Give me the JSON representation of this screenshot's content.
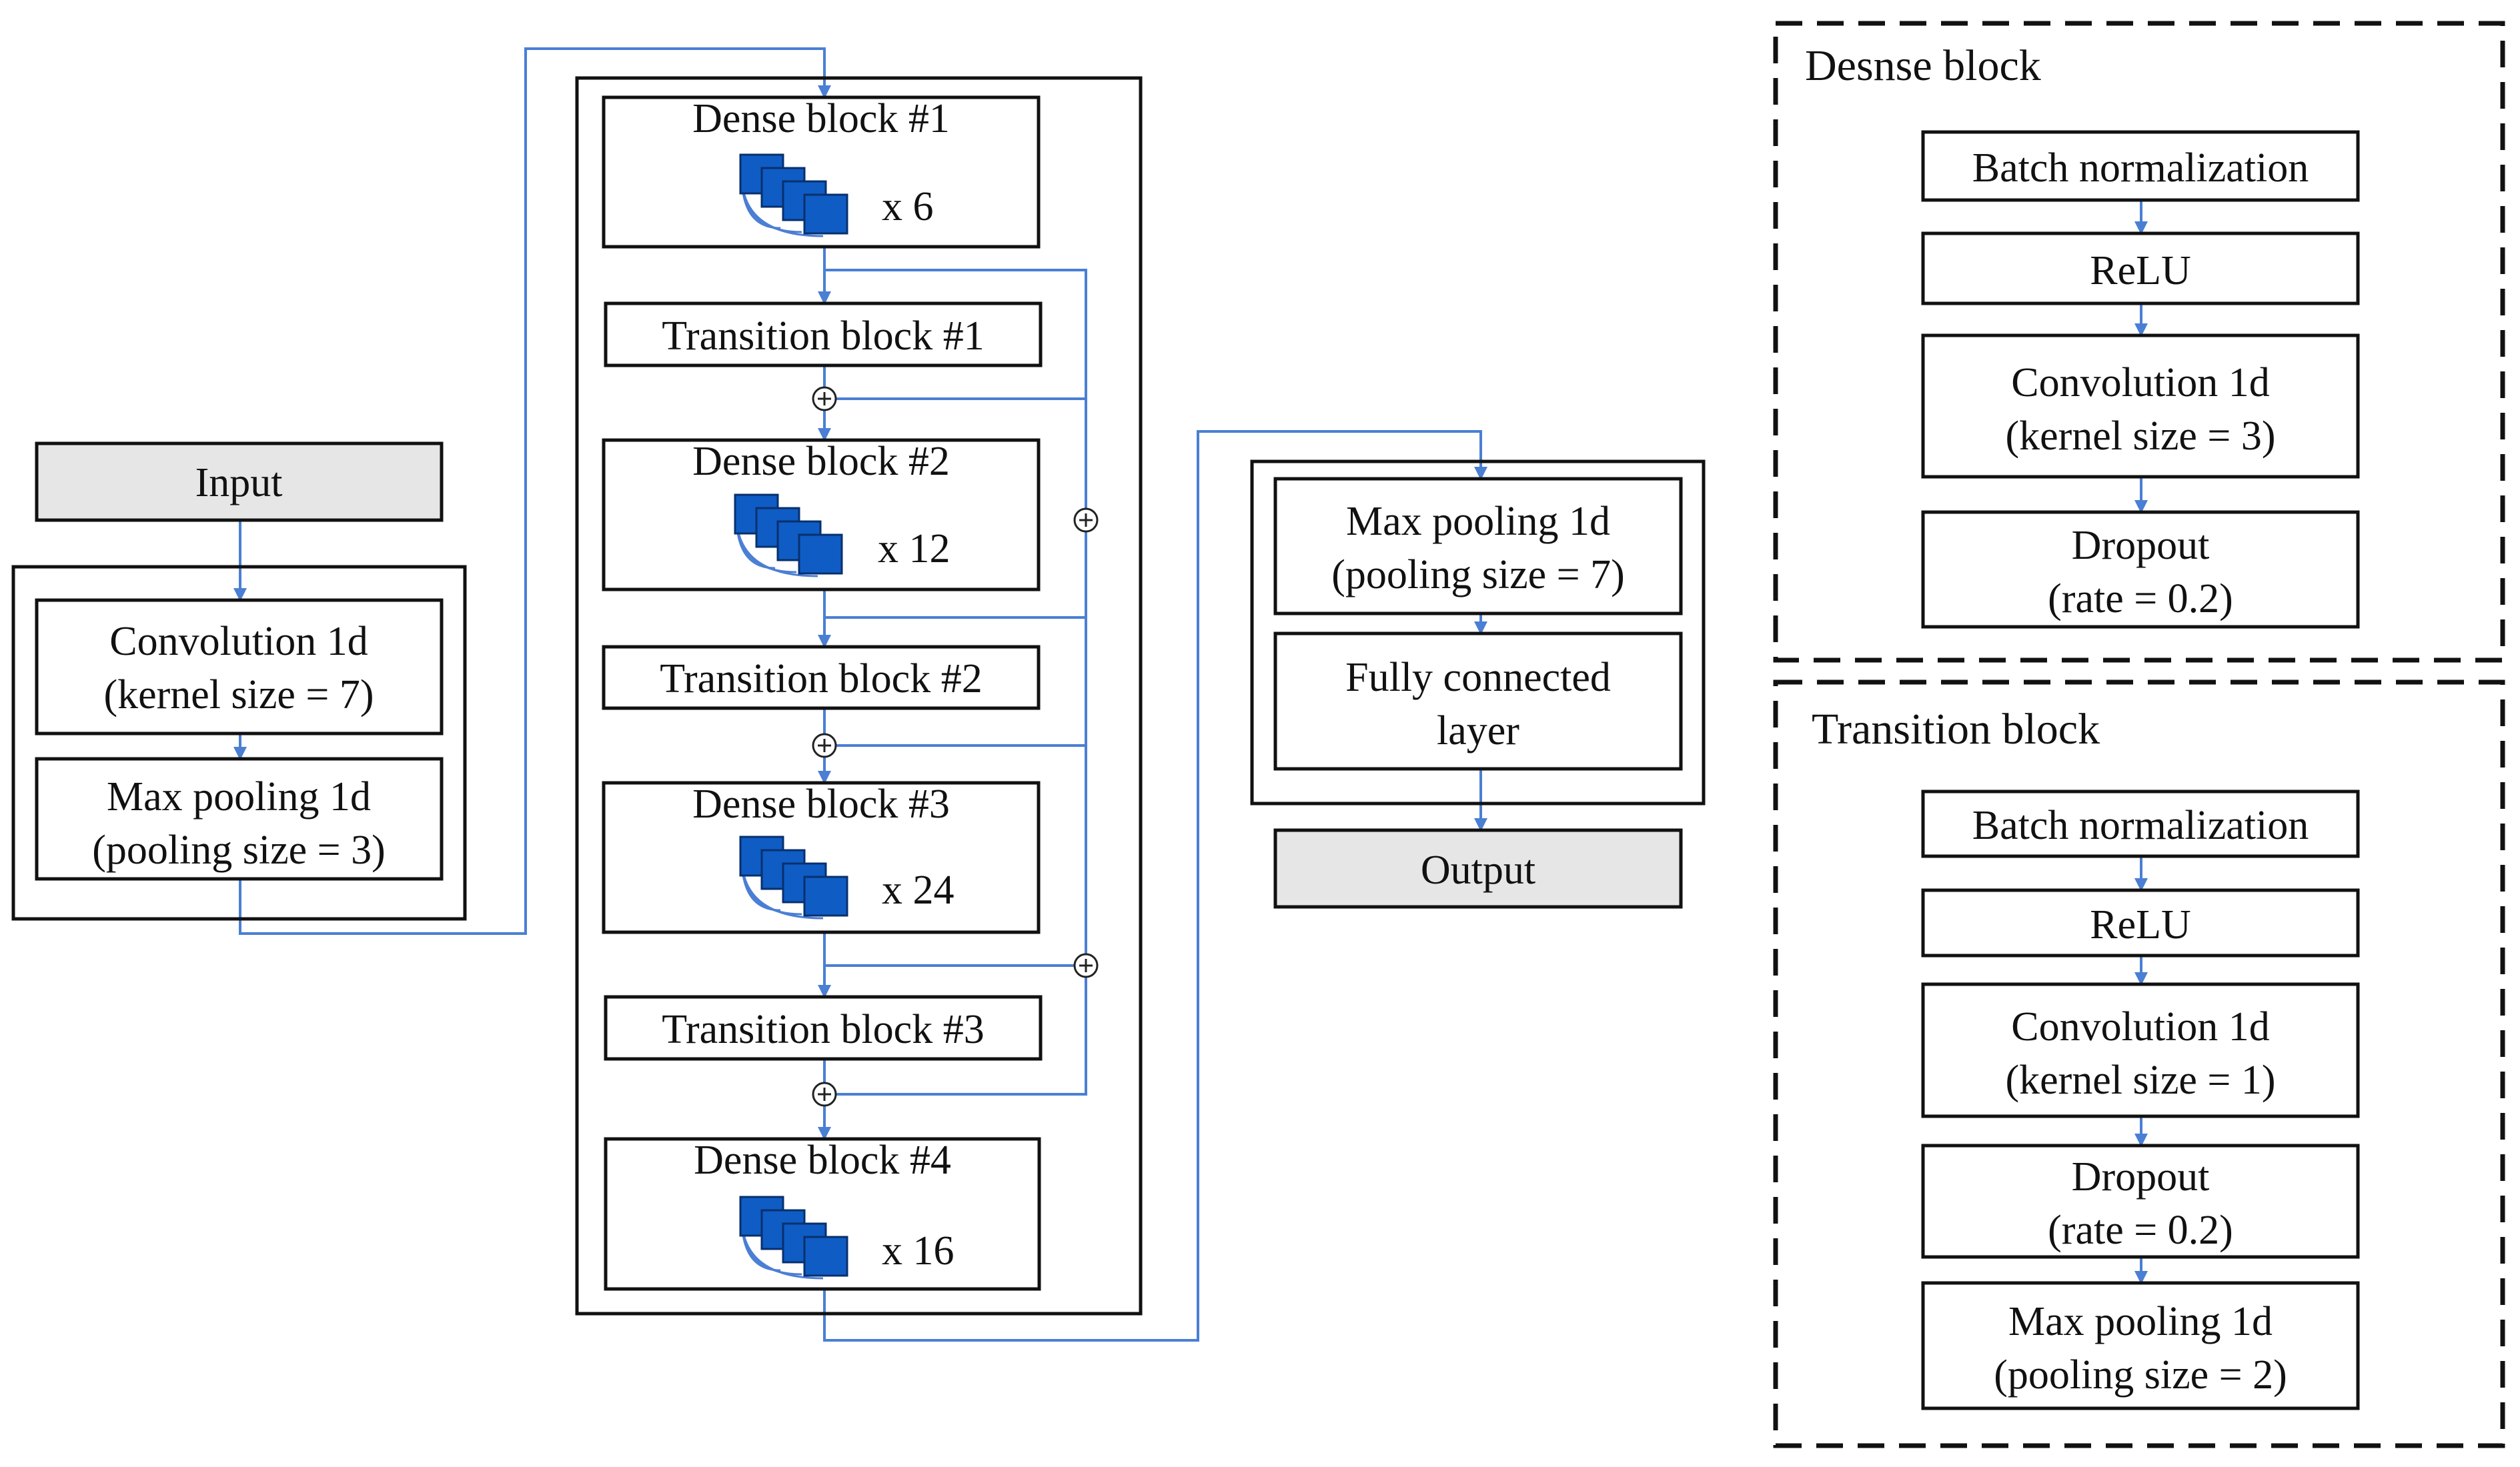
{
  "colors": {
    "wire": "#4a7fd4",
    "block_fill": "#0f5cc4",
    "block_stroke": "#08306e",
    "io_fill": "#e6e6e6",
    "outline": "#111111"
  },
  "input": {
    "label": "Input"
  },
  "stem": {
    "conv": [
      "Convolution 1d",
      "(kernel size = 7)"
    ],
    "pool": [
      "Max pooling 1d",
      "(pooling size = 3)"
    ]
  },
  "main": {
    "dense_blocks": [
      {
        "label": "Dense block #1",
        "repeat": "x 6"
      },
      {
        "label": "Dense block #2",
        "repeat": "x 12"
      },
      {
        "label": "Dense block #3",
        "repeat": "x 24"
      },
      {
        "label": "Dense block #4",
        "repeat": "x 16"
      }
    ],
    "transition_blocks": [
      "Transition block #1",
      "Transition block #2",
      "Transition block #3"
    ],
    "adder_icon": "circled-plus-icon",
    "layers_icon": "stacked-layers-icon"
  },
  "head": {
    "pool": [
      "Max pooling 1d",
      "(pooling size = 7)"
    ],
    "fc": [
      "Fully connected",
      "layer"
    ]
  },
  "output": {
    "label": "Output"
  },
  "legend_dense": {
    "title": "Desnse block",
    "items": [
      [
        "Batch normalization"
      ],
      [
        "ReLU"
      ],
      [
        "Convolution 1d",
        "(kernel size = 3)"
      ],
      [
        "Dropout",
        "(rate = 0.2)"
      ]
    ]
  },
  "legend_transition": {
    "title": "Transition block",
    "items": [
      [
        "Batch normalization"
      ],
      [
        "ReLU"
      ],
      [
        "Convolution 1d",
        "(kernel size = 1)"
      ],
      [
        "Dropout",
        "(rate = 0.2)"
      ],
      [
        "Max pooling 1d",
        "(pooling size = 2)"
      ]
    ]
  }
}
